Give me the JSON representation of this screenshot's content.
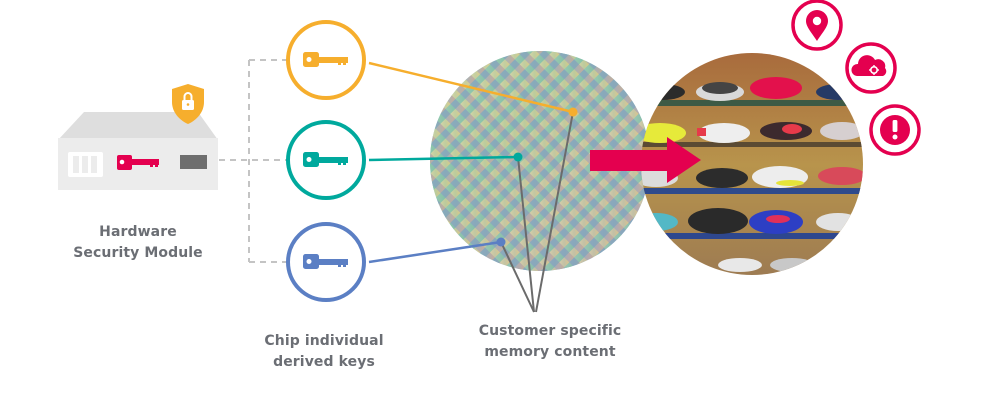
{
  "colors": {
    "hsm_body": "#ececec",
    "hsm_roof": "#dcdcdc",
    "hsm_key": "#e4004f",
    "hsm_slot": "#6e6e6e",
    "shield": "#f6ae2d",
    "key_orange": "#f6ae2d",
    "key_teal": "#00a99d",
    "key_blue": "#5b7fc4",
    "connector_gray": "#6b6b6b",
    "dashed_gray": "#c4c4c4",
    "accent_red": "#e4004f",
    "label_text": "#6b6e74"
  },
  "hsm": {
    "label_line1": "Hardware",
    "label_line2": "Security Module",
    "badge_icon": "shield-lock-icon",
    "key_icon": "key-icon"
  },
  "keys": {
    "label_line1": "Chip individual",
    "label_line2": "derived keys",
    "items": [
      {
        "name": "key-orange",
        "icon": "key-icon",
        "color": "#f6ae2d"
      },
      {
        "name": "key-teal",
        "icon": "key-icon",
        "color": "#00a99d"
      },
      {
        "name": "key-blue",
        "icon": "key-icon",
        "color": "#5b7fc4"
      }
    ]
  },
  "memory": {
    "label_line1": "Customer specific",
    "label_line2": "memory content",
    "pattern": "diagonal-checker-wafer"
  },
  "product": {
    "image": "sneaker-shelf-photo",
    "arrow_icon": "arrow-right-icon"
  },
  "status_icons": [
    {
      "name": "location-pin-icon",
      "color": "#e4004f"
    },
    {
      "name": "cloud-gear-icon",
      "color": "#e4004f"
    },
    {
      "name": "alert-exclamation-icon",
      "color": "#e4004f"
    }
  ]
}
